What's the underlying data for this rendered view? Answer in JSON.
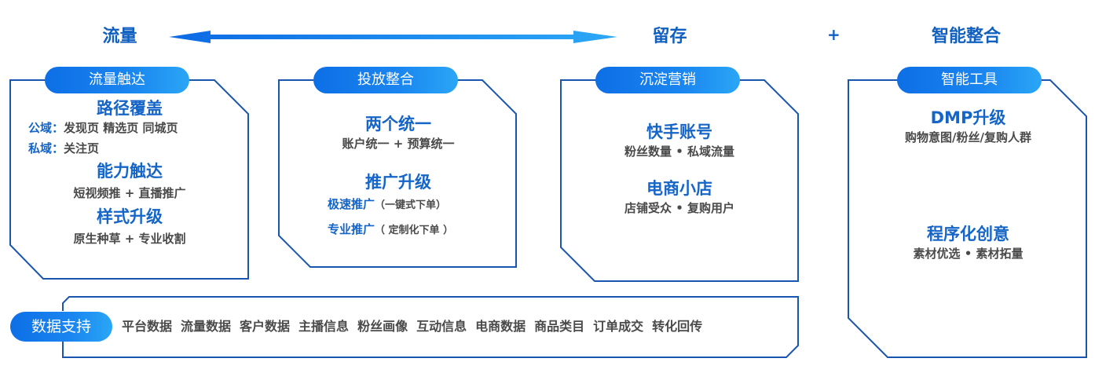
{
  "header": {
    "left_label": "流量",
    "middle_label": "留存",
    "plus": "+",
    "right_label": "智能整合",
    "arrow": "double-headed-arrow"
  },
  "colors": {
    "primary_blue": "#1565c8",
    "frame_blue": "#1a56b0",
    "pill_gradient_start": "#0d6fe6",
    "pill_gradient_end": "#2aa6f6",
    "body_text": "#4a4a4a"
  },
  "panels": [
    {
      "title": "流量触达",
      "sections": [
        {
          "heading": "路径覆盖",
          "lines": [
            {
              "prefix": "公域：",
              "text": "发现页 精选页 同城页"
            },
            {
              "prefix": "私域：",
              "text": "关注页"
            }
          ]
        },
        {
          "heading": "能力触达",
          "detail": "短视频推 + 直播推广"
        },
        {
          "heading": "样式升级",
          "detail": "原生种草 + 专业收割"
        }
      ]
    },
    {
      "title": "投放整合",
      "sections": [
        {
          "heading": "两个统一",
          "detail": "账户统一 + 预算统一"
        },
        {
          "heading": "推广升级",
          "lines": [
            {
              "prefix": "极速推广",
              "text": "（一键式下单）"
            },
            {
              "prefix": "专业推广",
              "text": "（ 定制化下单 ）"
            }
          ]
        }
      ]
    },
    {
      "title": "沉淀营销",
      "sections": [
        {
          "heading": "快手账号",
          "detail": "粉丝数量 • 私域流量"
        },
        {
          "heading": "电商小店",
          "detail": "店铺受众 • 复购用户"
        }
      ]
    },
    {
      "title": "智能工具",
      "sections": [
        {
          "heading": "DMP升级",
          "detail": "购物意图/粉丝/复购人群"
        },
        {
          "heading": "程序化创意",
          "detail": "素材优选 • 素材拓量"
        }
      ]
    }
  ],
  "data_support": {
    "title": "数据支持",
    "items": [
      "平台数据",
      "流量数据",
      "客户数据",
      "主播信息",
      "粉丝画像",
      "互动信息",
      "电商数据",
      "商品类目",
      "订单成交",
      "转化回传"
    ]
  }
}
